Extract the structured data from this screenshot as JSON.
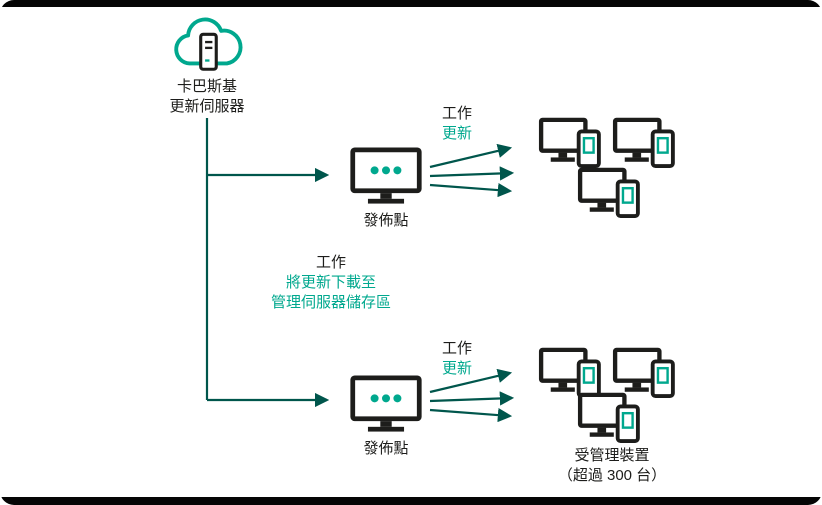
{
  "colors": {
    "accent_teal": "#00a88e",
    "arrow_dark_teal": "#00564c",
    "text_black": "#1d1d1b",
    "frame_black": "#050505"
  },
  "update_server": {
    "line1": "卡巴斯基",
    "line2": "更新伺服器"
  },
  "distribution_point_top": {
    "label": "發佈點"
  },
  "distribution_point_bottom": {
    "label": "發佈點"
  },
  "task_update_top": {
    "title": "工作",
    "value": "更新"
  },
  "task_update_bottom": {
    "title": "工作",
    "value": "更新"
  },
  "task_download": {
    "title": "工作",
    "line1": "將更新下載至",
    "line2": "管理伺服器儲存區"
  },
  "managed_devices_caption": {
    "line1": "受管理裝置",
    "line2": "（超過 300 台）"
  },
  "icons": {
    "cloud_server": "cloud-server-icon",
    "distribution_point": "distribution-point-monitor-icon",
    "managed_device": "managed-device-icon"
  }
}
